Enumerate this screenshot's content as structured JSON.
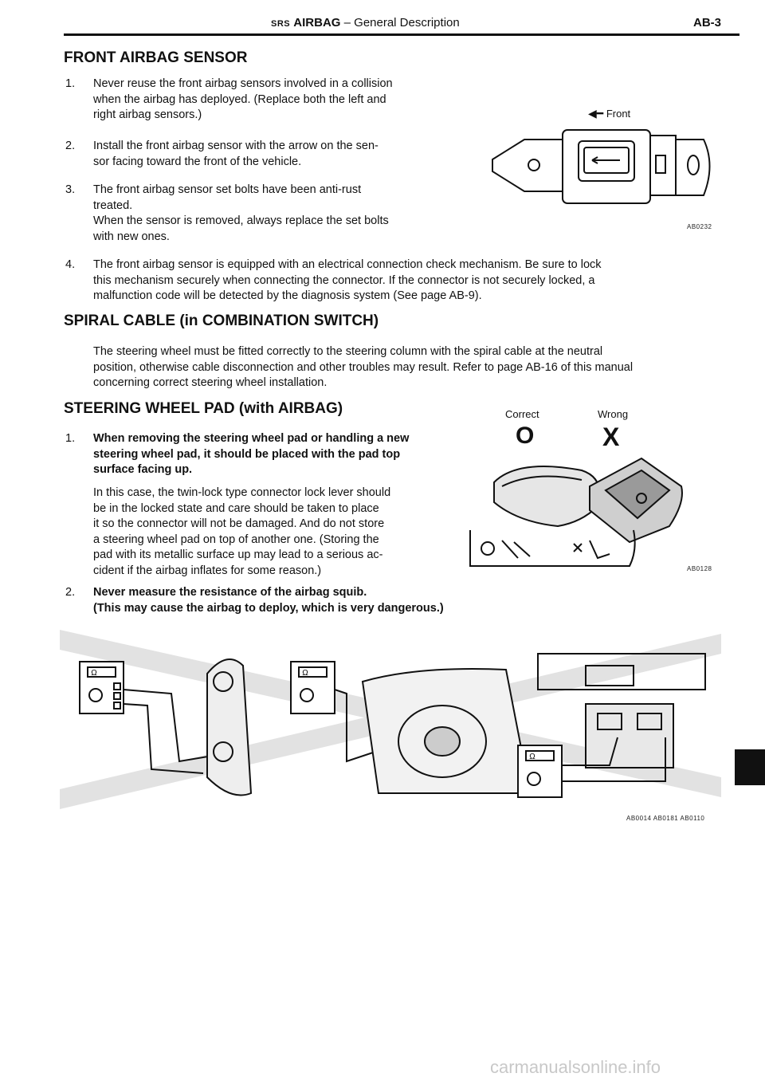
{
  "header": {
    "prefix": "SRS",
    "title": "AIRBAG",
    "subtitle": "– General Description",
    "page_code": "AB-3"
  },
  "front_sensor": {
    "heading": "FRONT AIRBAG SENSOR",
    "items": [
      {
        "num": "1.",
        "lines": [
          "Never reuse the front airbag sensors involved in a collision",
          "when the airbag has deployed. (Replace both the left and",
          "right airbag sensors.)"
        ]
      },
      {
        "num": "2.",
        "lines": [
          "Install the front airbag sensor with the arrow on the sen-",
          "sor facing toward the front of the vehicle."
        ]
      },
      {
        "num": "3.",
        "lines": [
          "The front airbag sensor set bolts have been anti-rust",
          "treated.",
          "When the sensor is removed, always replace the set bolts",
          "with new ones."
        ]
      },
      {
        "num": "4.",
        "lines": [
          "The front airbag sensor is equipped with an electrical connection check mechanism. Be sure to lock",
          "this mechanism securely when connecting the connector. If the connector is not securely locked, a",
          "malfunction code will be detected by the diagnosis system (See page AB-9)."
        ]
      }
    ],
    "figure": {
      "arrow_label": "Front",
      "code": "AB0232"
    }
  },
  "spiral_cable": {
    "heading": "SPIRAL CABLE (in COMBINATION SWITCH)",
    "lines": [
      "The steering wheel must be fitted correctly to the steering column with the spiral cable at the neutral",
      "position, otherwise cable disconnection and other troubles may result. Refer to page AB-16 of this manual",
      "concerning correct steering wheel installation."
    ]
  },
  "wheel_pad": {
    "heading": "STEERING WHEEL PAD (with AIRBAG)",
    "item1_bold": [
      "When removing the steering wheel pad or handling a new",
      "steering wheel pad, it should be placed with the pad top",
      "surface facing up."
    ],
    "item1_text": [
      "In this case, the twin-lock type connector lock lever should",
      "be in the locked state and care should be taken to place",
      "it so the connector will not be damaged. And do not store",
      "a steering wheel pad on top of another one. (Storing the",
      "pad with its metallic surface up may lead to a serious ac-",
      "cident if the airbag inflates for some reason.)"
    ],
    "item2_bold": [
      "Never measure the resistance of the airbag squib.",
      "(This may cause the airbag to deploy, which is very dangerous.)"
    ],
    "num1": "1.",
    "num2": "2.",
    "figure": {
      "correct_label": "Correct",
      "wrong_label": "Wrong",
      "correct_mark": "O",
      "wrong_mark": "X",
      "code": "AB0128"
    }
  },
  "bottom_figure": {
    "code": "AB0014 AB0181 AB0110",
    "meter_symbol": "Ω"
  },
  "watermark": "carmanualsonline.info"
}
